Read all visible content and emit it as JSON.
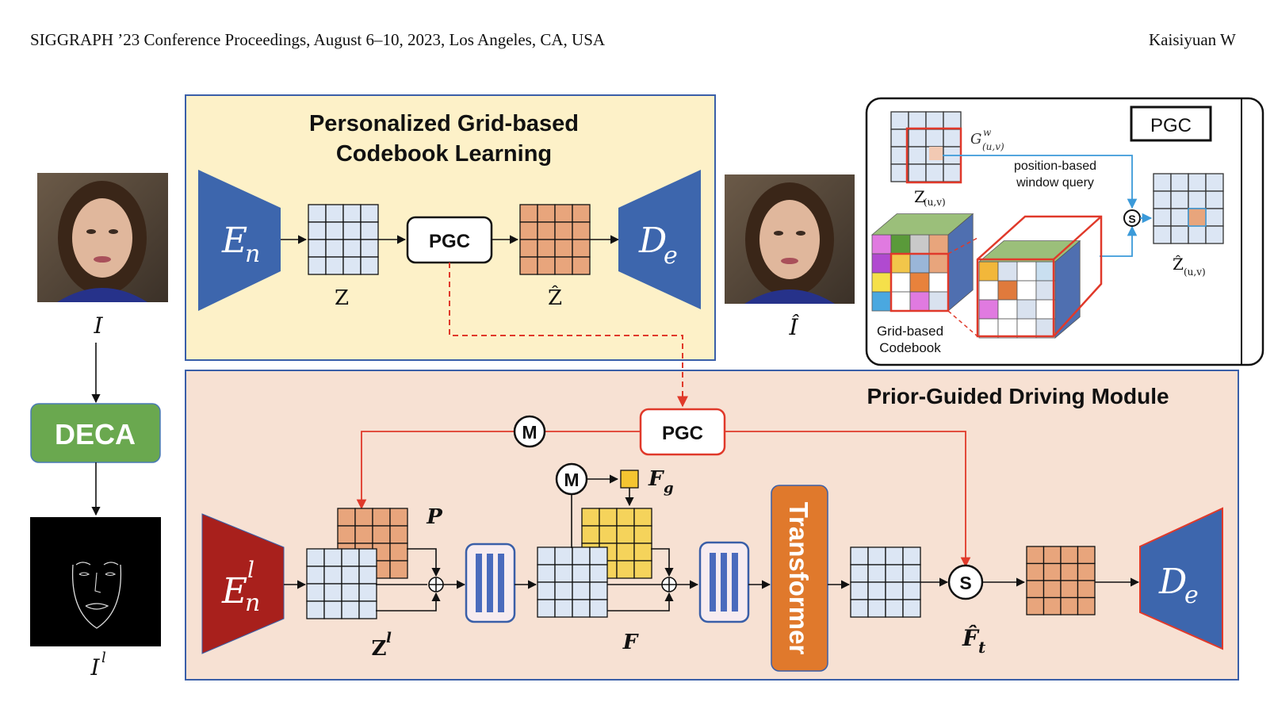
{
  "header": {
    "left": "SIGGRAPH ’23 Conference Proceedings, August 6–10, 2023, Los Angeles, CA, USA",
    "right": "Kaisiyuan W"
  },
  "top_panel": {
    "title_line1": "Personalized Grid-based",
    "title_line2": "Codebook Learning",
    "encoder": "E",
    "encoder_sub": "n",
    "pgc": "PGC",
    "decoder": "D",
    "decoder_sub": "e",
    "z_label": "Z",
    "zhat_label": "Ẑ"
  },
  "left_column": {
    "input_label": "I",
    "deca": "DECA",
    "landmark_label": "I",
    "landmark_sup": "l"
  },
  "output_label": "Î",
  "inset": {
    "pgc_box": "PGC",
    "g_label": "G",
    "g_sup": "w",
    "g_sub": "(u,v)",
    "z_label": "Z",
    "z_sub": "(u,v)",
    "query_line1": "position-based",
    "query_line2": "window query",
    "s_symbol": "S",
    "zhat_label": "Ẑ",
    "zhat_sub": "(u,v)",
    "codebook_line1": "Grid-based",
    "codebook_line2": "Codebook"
  },
  "bottom_panel": {
    "title": "Prior-Guided Driving Module",
    "m1": "M",
    "pgc": "PGC",
    "m2": "M",
    "fg": "F",
    "fg_sub": "g",
    "p_label": "P",
    "encoder": "E",
    "encoder_sub": "n",
    "encoder_sup": "l",
    "zl_label": "Z",
    "zl_sup": "l",
    "f_label": "F",
    "transformer": "Transformer",
    "s_symbol": "S",
    "ft_label": "F̂",
    "ft_sub": "t",
    "decoder": "D",
    "decoder_sub": "e"
  },
  "colors": {
    "top_panel_bg": "#fdf1c8",
    "bottom_panel_bg": "#f7e1d3",
    "panel_border": "#3a5fa8",
    "encoder_blue": "#3d66ad",
    "encoder_red": "#a8201c",
    "grid_blue": "#dce6f4",
    "grid_orange": "#e8a57c",
    "grid_yellow": "#f5d35b",
    "deca_green": "#6aa84f",
    "transformer_orange": "#e0792c",
    "red_line": "#e0392a"
  }
}
